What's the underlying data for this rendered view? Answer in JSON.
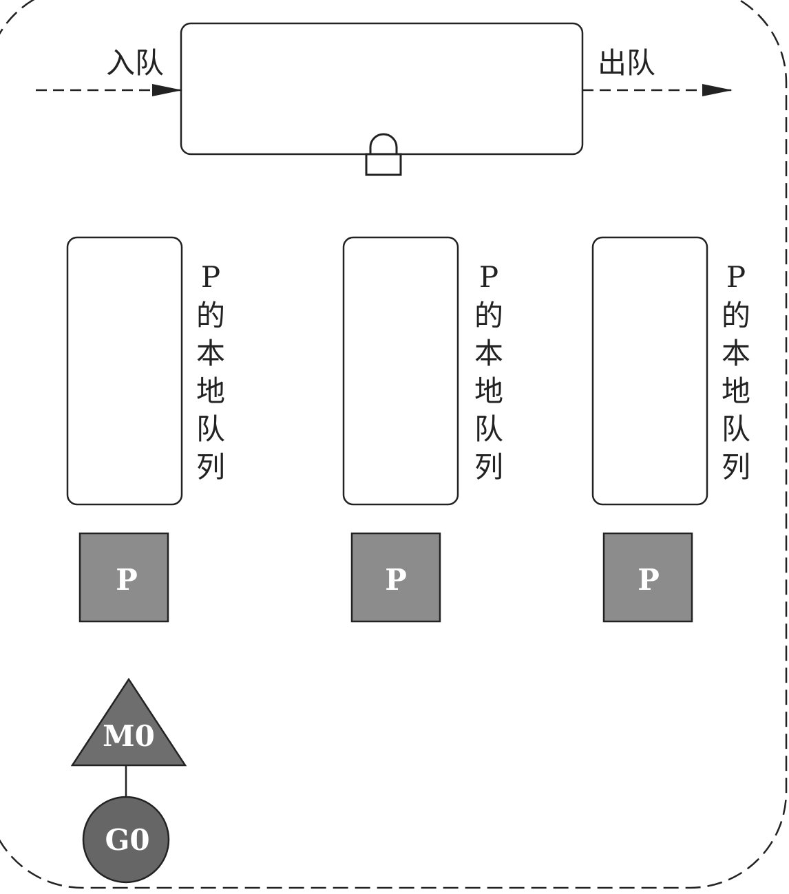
{
  "labels": {
    "enqueue": "入队",
    "dequeue": "出队"
  },
  "local_queues": [
    {
      "label_lines": [
        "P",
        "的",
        "本",
        "地",
        "队",
        "列"
      ],
      "processor": "P"
    },
    {
      "label_lines": [
        "P",
        "的",
        "本",
        "地",
        "队",
        "列"
      ],
      "processor": "P"
    },
    {
      "label_lines": [
        "P",
        "的",
        "本",
        "地",
        "队",
        "列"
      ],
      "processor": "P"
    }
  ],
  "machine": {
    "label": "M0"
  },
  "goroutine": {
    "label": "G0"
  },
  "colors": {
    "stroke": "#222222",
    "processor_fill": "#8c8c8c",
    "machine_fill": "#6e6e6e",
    "goroutine_fill": "#666666",
    "light_text": "#ffffff"
  }
}
